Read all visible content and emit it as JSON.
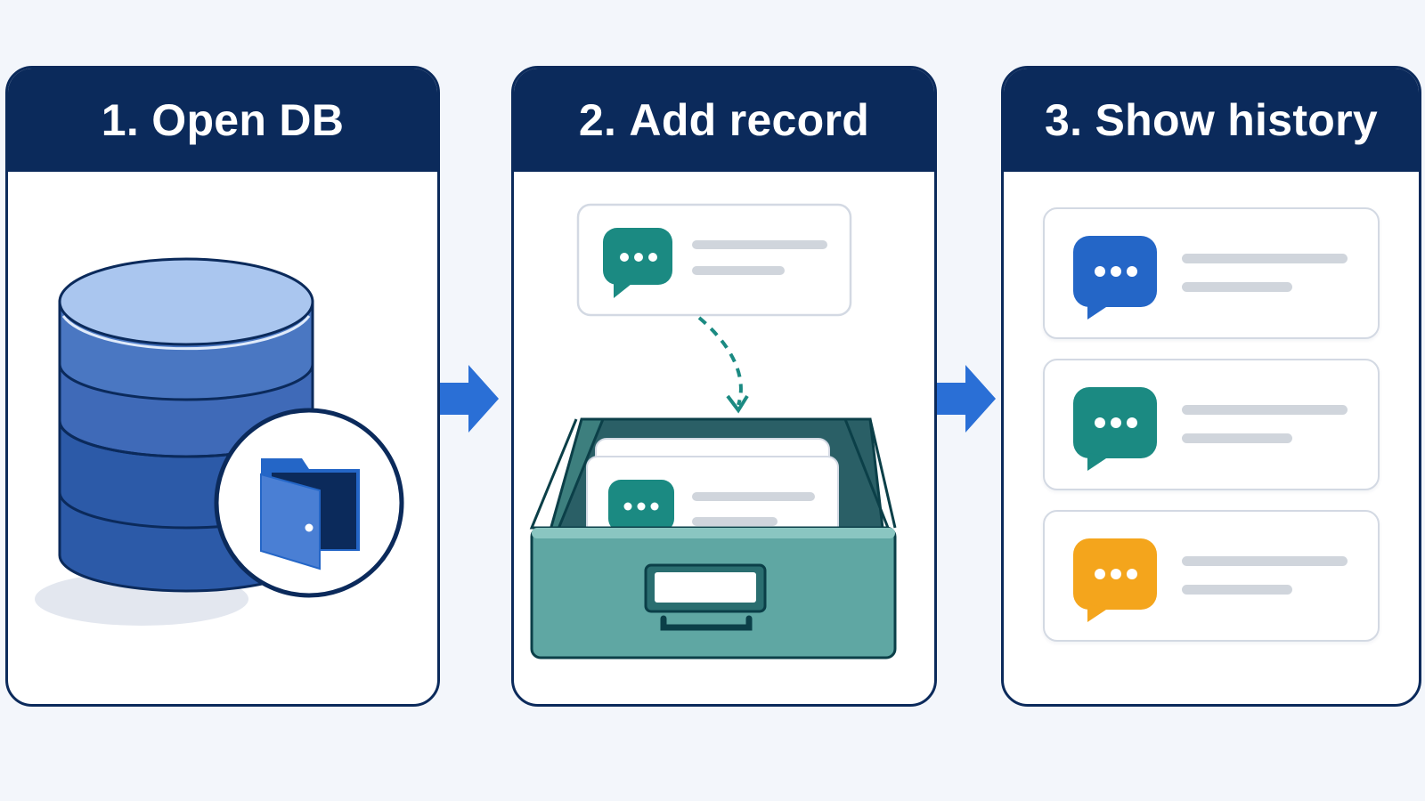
{
  "steps": [
    {
      "number": "1.",
      "title": "Open DB",
      "illustration": "database-icon",
      "badge_icon": "open-folder-icon"
    },
    {
      "number": "2.",
      "title": "Add record",
      "illustration": "file-drawer-icon",
      "record_icon": "chat-bubble-icon"
    },
    {
      "number": "3.",
      "title": "Show history",
      "illustration": "message-list"
    }
  ],
  "history": {
    "items": [
      {
        "icon": "chat-bubble-icon",
        "color": "#2466c7"
      },
      {
        "icon": "chat-bubble-icon",
        "color": "#1b8a82"
      },
      {
        "icon": "chat-bubble-icon",
        "color": "#f4a51c"
      }
    ]
  },
  "colors": {
    "header": "#0b2a5b",
    "arrow": "#2a6fd6",
    "database": "#4a77c2",
    "drawer": "#5fa7a3",
    "record_bubble": "#1b8a82",
    "placeholder_line": "#d0d5dc"
  }
}
